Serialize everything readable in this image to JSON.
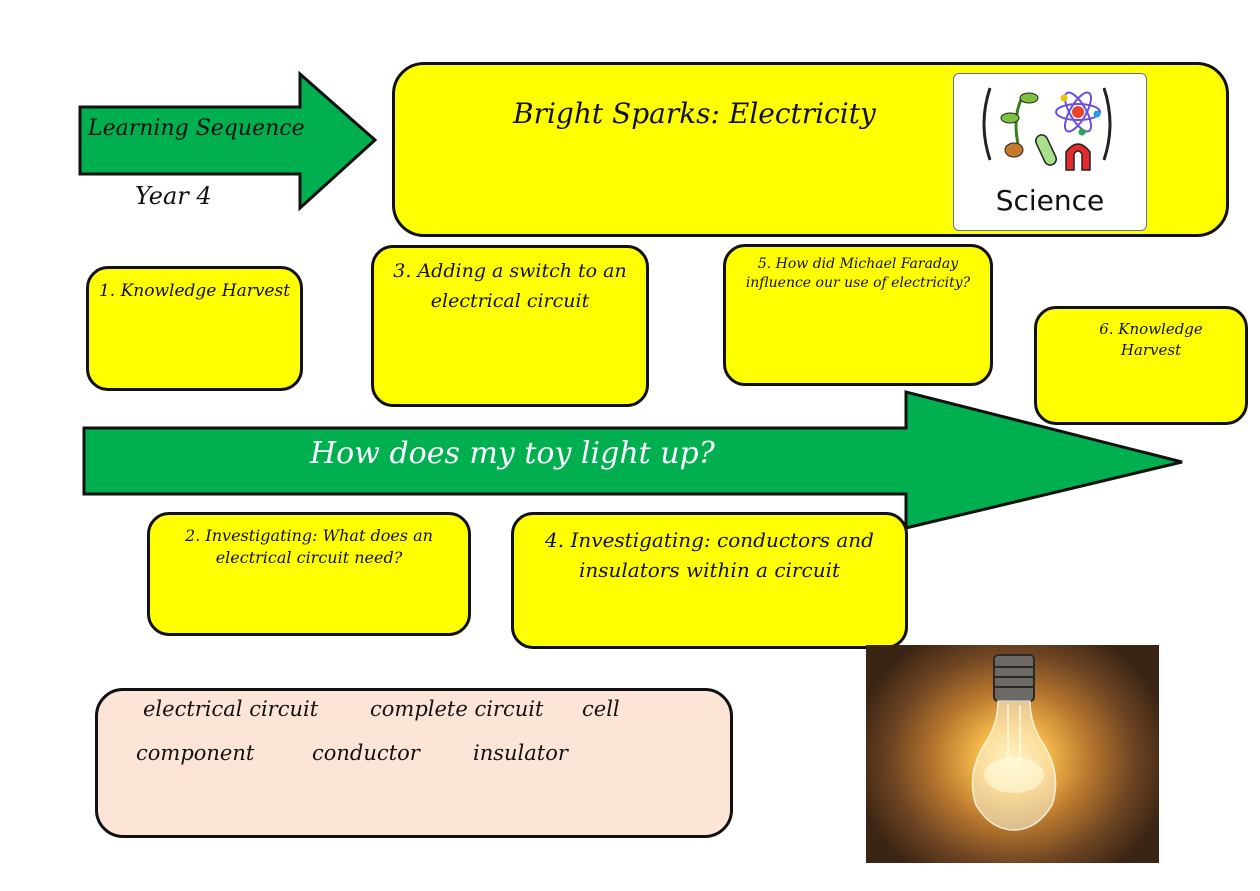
{
  "header": {
    "arrow_label": "Learning Sequence",
    "year": "Year 4",
    "title": "Bright Sparks: Electricity",
    "subject_badge": {
      "label": "Science",
      "icon": "science-icon"
    }
  },
  "main_arrow": {
    "question": "How does my toy light up?"
  },
  "lessons": [
    {
      "number": "1.",
      "title": "Knowledge Harvest"
    },
    {
      "number": "2.",
      "title": "Investigating: What does an electrical circuit need?"
    },
    {
      "number": "3.",
      "title": "Adding a switch to an electrical circuit"
    },
    {
      "number": "4.",
      "title": "Investigating: conductors and insulators within a circuit"
    },
    {
      "number": "5.",
      "title": "How did Michael Faraday influence our use of electricity?"
    },
    {
      "number": "6.",
      "title": "Knowledge Harvest"
    }
  ],
  "vocabulary": {
    "words": [
      "electrical circuit",
      "complete circuit",
      "cell",
      "component",
      "conductor",
      "insulator"
    ]
  },
  "photo": {
    "subject": "light-bulb-photo"
  },
  "colors": {
    "arrow_green": "#00b050",
    "box_yellow": "#ffff00",
    "vocab_peach": "#fce4d6"
  }
}
